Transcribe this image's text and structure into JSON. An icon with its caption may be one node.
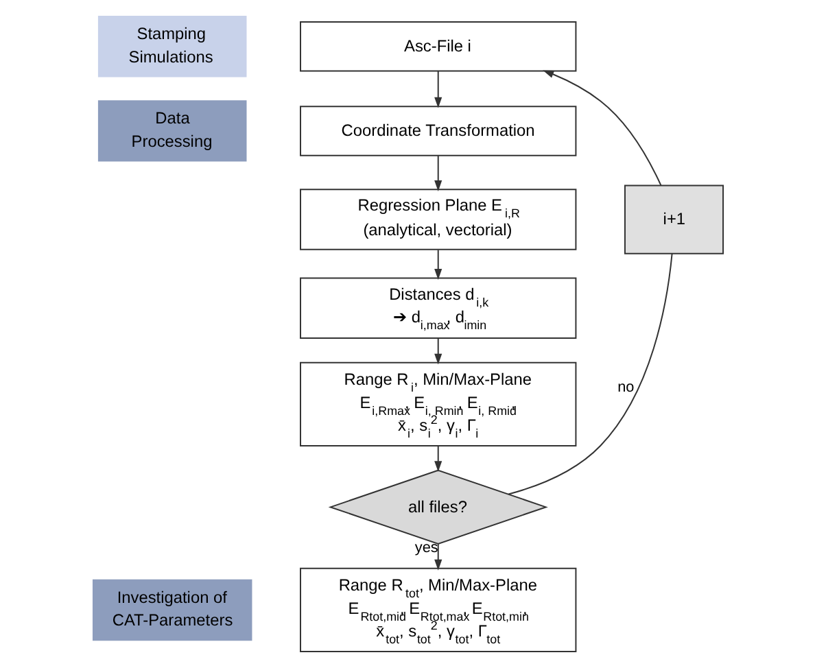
{
  "diagram": {
    "nodes": [
      {
        "text": [
          "Stamping Simulations"
        ]
      },
      {
        "text": [
          "Data Processing"
        ]
      },
      {
        "text": [
          "Investigation of CAT-Parameters"
        ]
      },
      {
        "text": [
          "Asc-File i"
        ]
      },
      {
        "text": [
          "Coordinate Transformation"
        ]
      },
      {
        "text": [
          "Regression Plane E$_{i,R}$ (analytical, vectorial)"
        ]
      },
      {
        "text": [
          "Distances d$_{i,k}$",
          "➔ d$_{i,max}$, d$_{imin}$"
        ]
      },
      {
        "text": [
          "Range R$_{i}$, Min/Max-Plane",
          "E$_{i,Rmax}$, E$_{i, Rmin}$, E$_{i, Rmid}$,",
          "x̄$_{i}$, s$_{i}$$^{2}$, γ$_{i}$, Γ$_{i}$"
        ]
      },
      {
        "text": [
          "all files?"
        ]
      },
      {
        "text": [
          "Range R$_{tot}$, Min/Max-Plane",
          "E$_{Rtot,mid}$, E$_{Rtot,max}$, E$_{Rtot,min}$,",
          "x̄$_{tot}$, s$_{tot}$$^{2}$, γ$_{tot}$, Γ$_{tot}$"
        ]
      },
      {
        "text": [
          "i+1"
        ]
      }
    ],
    "edges": [
      {
        "from": 3,
        "to": 4,
        "arrow": "to"
      },
      {
        "from": 4,
        "to": 5,
        "arrow": "to"
      },
      {
        "from": 5,
        "to": 6,
        "arrow": "to"
      },
      {
        "from": 6,
        "to": 7,
        "arrow": "to"
      },
      {
        "from": 7,
        "to": 8,
        "arrow": "to"
      },
      {
        "from": 8,
        "to": 9,
        "arrow": "to",
        "label": "yes"
      },
      {
        "from": 8,
        "to": 10,
        "arrow": "none",
        "label": "no"
      },
      {
        "from": 10,
        "to": 3,
        "arrow": "to"
      }
    ]
  }
}
